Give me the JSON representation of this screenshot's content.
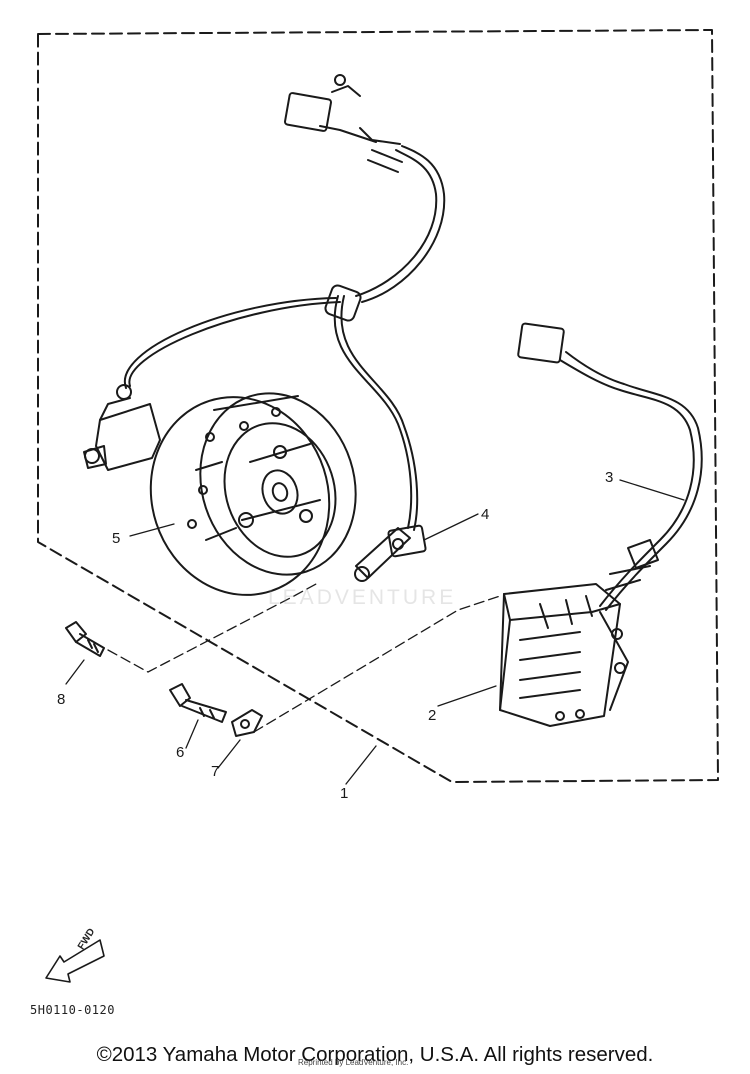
{
  "diagram": {
    "callouts": [
      {
        "id": "1",
        "label": "1"
      },
      {
        "id": "2",
        "label": "2"
      },
      {
        "id": "3",
        "label": "3"
      },
      {
        "id": "4",
        "label": "4"
      },
      {
        "id": "5",
        "label": "5"
      },
      {
        "id": "6",
        "label": "6"
      },
      {
        "id": "7",
        "label": "7"
      },
      {
        "id": "8",
        "label": "8"
      }
    ],
    "fwd_marker": "FWD",
    "drawing_code": "5H0110-0120",
    "watermark": "LEADVENTURE"
  },
  "footer": {
    "copyright": "©2013 Yamaha Motor Corporation, U.S.A. All rights reserved.",
    "reprint": "Reprinted by LeadVenture, Inc."
  },
  "colors": {
    "ink": "#1a1a1a",
    "paper": "#ffffff"
  }
}
